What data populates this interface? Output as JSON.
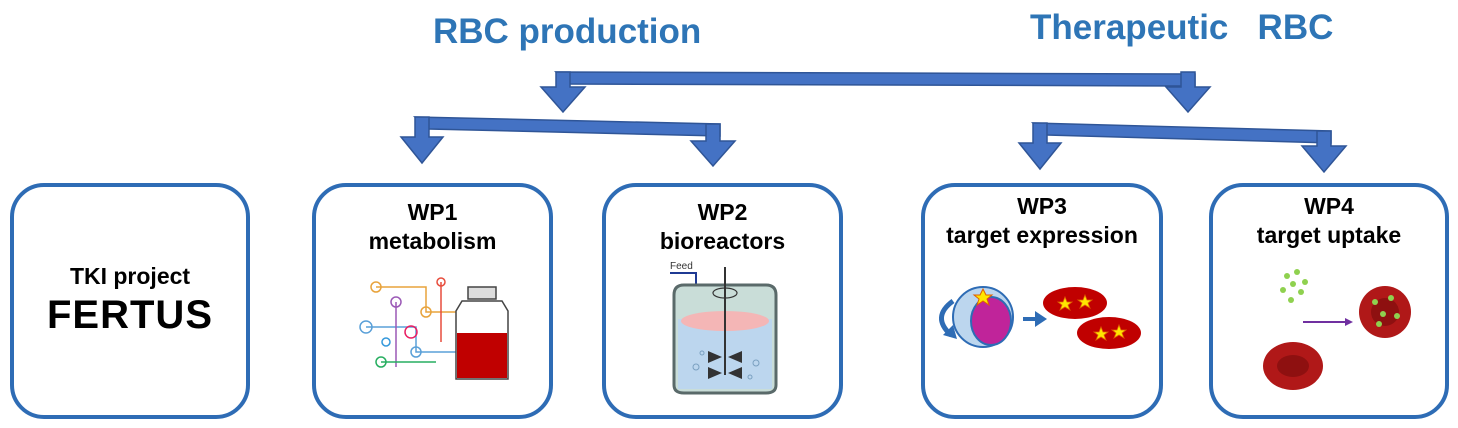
{
  "headings": {
    "rbc_production": "RBC production",
    "therapeutic_rbc": "Therapeutic   RBC"
  },
  "tki_box": {
    "label": "TKI project",
    "name": "FERTUS"
  },
  "work_packages": [
    {
      "id": "WP1",
      "title": "metabolism"
    },
    {
      "id": "WP2",
      "title": "bioreactors"
    },
    {
      "id": "WP3",
      "title": "target expression"
    },
    {
      "id": "WP4",
      "title": "target uptake"
    }
  ],
  "bioreactor": {
    "feed_label": "Feed"
  },
  "colors": {
    "heading": "#2e75b6",
    "box_border": "#2e6cb5",
    "arrow_fill": "#4472c4",
    "arrow_stroke": "#2f5597",
    "rbc_red": "#c00000"
  }
}
